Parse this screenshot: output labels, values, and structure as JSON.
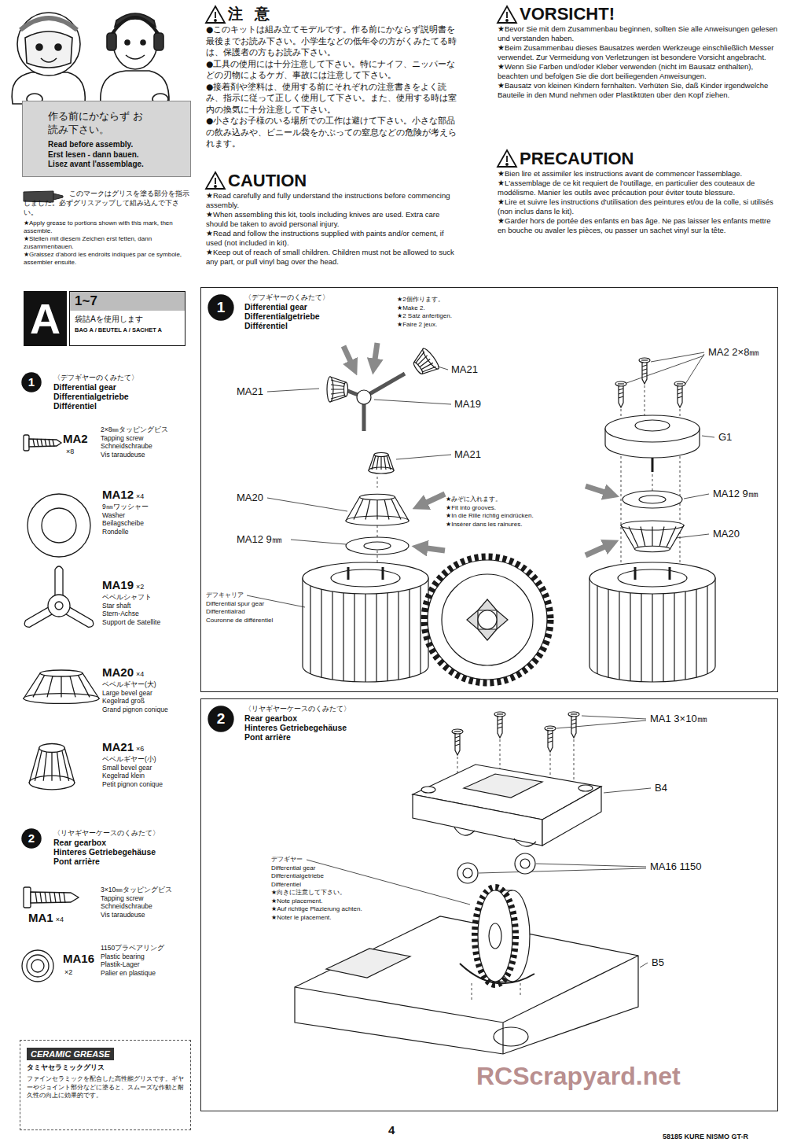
{
  "diagram": {
    "nodes": [
      {
        "text": [
          "作る前にかならず お読み下さい。",
          "Read before assembly.",
          "Erst lesen - dann bauen.",
          "Lisez avant l'assemblage."
        ]
      },
      {
        "text": [
          "A"
        ]
      },
      {
        "text": [
          "1~7",
          "袋詰Aを使用します",
          "BAG A / BEUTEL A / SACHET A"
        ]
      },
      {
        "text": [
          "1"
        ]
      },
      {
        "text": [
          "2"
        ]
      },
      {
        "text": [
          "〈デフギヤーのくみたて〉",
          "Differential gear",
          "Differentialgetriebe",
          "Différentiel"
        ]
      },
      {
        "text": [
          "1"
        ],
        "in": 5
      },
      {
        "text": [
          "〈リヤギヤーケースのくみたて〉",
          "Rear gearbox",
          "Hinteres Getriebegehäuse",
          "Pont arrière"
        ]
      },
      {
        "text": [
          "2"
        ],
        "in": 7
      },
      {
        "text": [
          "CERAMIC GREASE",
          "タミヤセラミックグリス",
          "ファインセラミックを配合した高性能グリスです。ギヤーやジョイント部分などに塗ると、スムーズな作動と耐久性の向上に効果的です。"
        ]
      }
    ],
    "labels": [
      "注 意",
      "●このキットは組み立てモデルです。作る前にかならず説明書を最後までお読み下さい。小学生などの低年令の方がくみたてる時は、保護者の方もお読み下さい。",
      "●工具の使用には十分注意して下さい。特にナイフ、ニッパーなどの刃物によるケガ、事故には注意して下さい。",
      "●接着剤や塗料は、使用する前にそれぞれの注意書きをよく読み、指示に従って正しく使用して下さい。また、使用する時は室内の換気に十分注意して下さい。",
      "●小さなお子様のいる場所での工作は避けて下さい。小さな部品の飲み込みや、ビニール袋をかぶっての窒息などの危険が考えられます。",
      "CAUTION",
      "★Read carefully and fully understand the instructions before commencing assembly.",
      "★When assembling this kit, tools including knives are used. Extra care should be taken to avoid personal injury.",
      "★Read and follow the instructions supplied with paints and/or cement, if used (not included in kit).",
      "★Keep out of reach of small children. Children must not be allowed to suck any part, or pull vinyl bag over the head.",
      "VORSICHT!",
      "★Bevor Sie mit dem Zusammenbau beginnen, sollten Sie alle Anweisungen gelesen und verstanden haben.",
      "★Beim Zusammenbau dieses Bausatzes werden Werkzeuge einschließlich Messer verwendet. Zur Vermeidung von Verletzungen ist besondere Vorsicht angebracht.",
      "★Wenn Sie Farben und/oder Kleber verwenden (nicht im Bausatz enthalten), beachten und befolgen Sie die dort beiliegenden Anweisungen.",
      "★Bausatz von kleinen Kindern fernhalten. Verhüten Sie, daß Kinder irgendwelche Bauteile in den Mund nehmen oder Plastiktüten über den Kopf ziehen.",
      "PRECAUTION",
      "★Bien lire et assimiler les instructions avant de commencer l'assemblage.",
      "★L'assemblage de ce kit requiert de l'outillage, en particulier des couteaux de modélisme. Manier les outils avec précaution pour éviter toute blessure.",
      "★Lire et suivre les instructions d'utilisation des peintures et/ou de la colle, si utilisés (non inclus dans le kit).",
      "★Garder hors de portée des enfants en bas âge. Ne pas laisser les enfants mettre en bouche ou avaler les pièces, ou passer un sachet vinyl sur la tête.",
      "このマークはグリスを塗る部分を指示しました。必ずグリスアップして組み込んで下さい。",
      "★Apply grease to portions shown with this mark, then assemble.",
      "★Stellen mit diesem Zeichen erst fetten, dann zusammenbauen.",
      "★Graissez d'abord les endroits indiqués par ce symbole, assembler ensuite.",
      "〈デフギヤーのくみたて〉",
      "Differential gear",
      "Differentialgetriebe",
      "Différentiel",
      "MA2",
      "×8",
      "2×8㎜タッピングビス",
      "Tapping screw",
      "Schneidschraube",
      "Vis taraudeuse",
      "MA12",
      "×4",
      "9㎜ワッシャー",
      "Washer",
      "Beilagscheibe",
      "Rondelle",
      "MA19",
      "×2",
      "ベベルシャフト",
      "Star shaft",
      "Stern-Achse",
      "Support de Satellite",
      "MA20",
      "×4",
      "ベベルギヤー(大)",
      "Large bevel gear",
      "Kegelrad groß",
      "Grand pignon conique",
      "MA21",
      "×6",
      "ベベルギヤー(小)",
      "Small bevel gear",
      "Kegelrad klein",
      "Petit pignon conique",
      "〈リヤギヤーケースのくみたて〉",
      "Rear gearbox",
      "Hinteres Getriebegehäuse",
      "Pont arrière",
      "MA1",
      "×4",
      "3×10㎜タッピングビス",
      "Tapping screw",
      "Schneidschraube",
      "Vis taraudeuse",
      "MA16",
      "×2",
      "1150プラベアリング",
      "Plastic bearing",
      "Plastik-Lager",
      "Palier en plastique",
      "★2個作ります。",
      "★Make 2.",
      "★2 Satz anfertigen.",
      "★Faire 2 jeux.",
      "MA21",
      "MA21",
      "MA19",
      "MA21",
      "MA20",
      "MA12 9㎜",
      "デフキャリア",
      "Differential spur gear",
      "Differentialrad",
      "Couronne de différentiel",
      "★みぞに入れます。",
      "★Fit into grooves.",
      "★In die Rille richtig eindrücken.",
      "★Insérer dans les rainures.",
      "MA2 2×8㎜",
      "G1",
      "MA12 9㎜",
      "MA20",
      "MA1 3×10㎜",
      "B4",
      "MA16 1150",
      "デフギヤー",
      "Differential gear",
      "Differentialgetriebe",
      "Différentiel",
      "★向きに注意して下さい。",
      "★Note placement.",
      "★Auf richtige Plazierung achten.",
      "★Noter le placement.",
      "B5",
      "RCScrapyard.net",
      "4",
      "58185 KURE NISMO GT-R"
    ]
  }
}
